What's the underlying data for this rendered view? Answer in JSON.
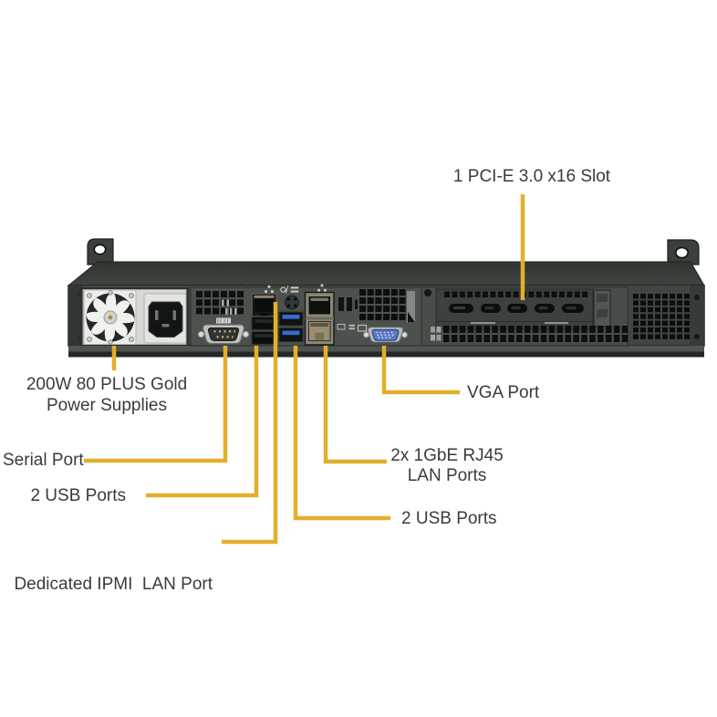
{
  "figure": {
    "accent_color": "#E3AF2B",
    "text_color": "#3B3B3B",
    "chassis_color": "#414643",
    "usb3_color": "#2F6ED2",
    "vga_color": "#5B79C8"
  },
  "callouts": {
    "pcie": {
      "label": "1 PCI-E 3.0 x16 Slot"
    },
    "psu": {
      "line1": "200W 80 PLUS Gold",
      "line2": "Power Supplies"
    },
    "serial": {
      "label": "Serial Port"
    },
    "usb_front_pair": {
      "label": "2 USB Ports"
    },
    "ipmi": {
      "label": "Dedicated IPMI  LAN Port"
    },
    "vga": {
      "label": "VGA Port"
    },
    "lan": {
      "line1": "2x 1GbE RJ45",
      "line2": "LAN Ports"
    },
    "usb_rear_pair": {
      "label": "2 USB Ports"
    }
  }
}
